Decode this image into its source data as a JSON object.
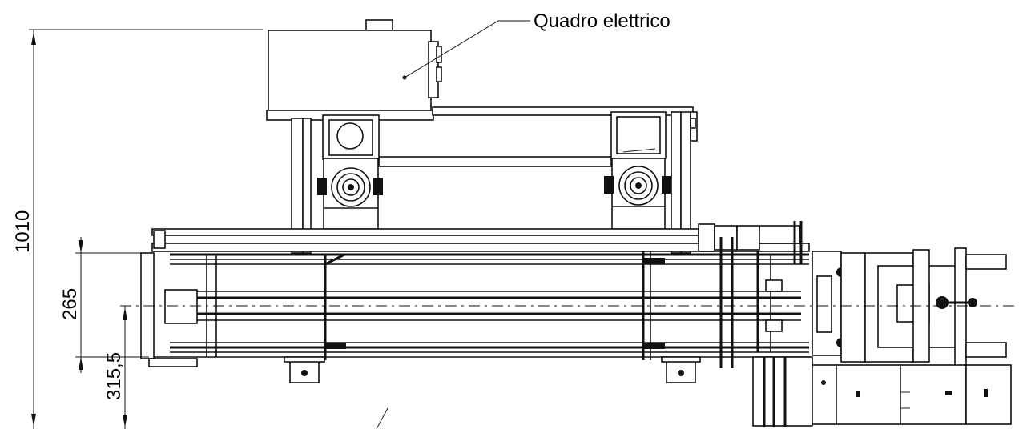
{
  "labels": {
    "quadro_elettrico": "Quadro elettrico"
  },
  "dimensions": {
    "overall_height": "1010",
    "belt_width": "265",
    "belt_offset": "315,5"
  }
}
